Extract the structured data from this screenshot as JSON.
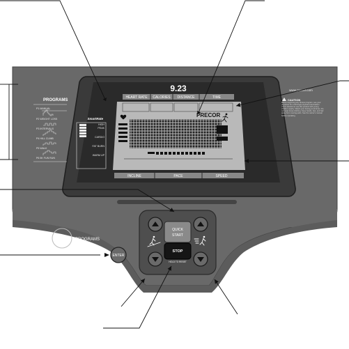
{
  "console": {
    "programs_title": "PROGRAMS",
    "programs": [
      "P1 MANUAL",
      "P2 WEIGHT LOSS",
      "P3 INTERVALS",
      "P4 HILL CLIMB",
      "P5 WALK",
      "P6 5K FUN RUN"
    ],
    "smartrate_label": "SmartRate",
    "hr_zones": [
      "HIGH",
      "PEAK",
      "CARDIO",
      "FAT BURN",
      "WARM UP"
    ],
    "time_value": "9.23",
    "top_tabs": [
      "HEART RATE",
      "CALORIES",
      "DISTANCE",
      "TIME"
    ],
    "bottom_tabs": [
      "INCLINE",
      "PACE",
      "SPEED"
    ],
    "brand": "PRECOR",
    "website": "www.precor.com",
    "caution_title": "CAUTION",
    "caution_text": "Before beginning any fitness program, see your physician for a thorough physical examination. Users should not use this product with young children nearby. Watch your footing at all times. Do not wear loose clothing. Keep hands, feet, and hair away from moving parts. See the owner's manual before operating."
  },
  "keypad": {
    "programs_label": "PROGRAMS",
    "enter_label": "ENTER",
    "quick_label": "QUICK",
    "start_label": "START",
    "stop_label": "STOP",
    "hold_reset_label": "HOLD TO RESET"
  },
  "colors": {
    "console_body": "#696969",
    "display_bezel": "#2a2a2a",
    "lcd": "#b9b9b9",
    "keypad_frame": "#4e4e4e",
    "stop_button": "#151515",
    "text_light": "#ffffff"
  },
  "icons": [
    "heart-icon",
    "runner-icon",
    "incline-icon",
    "speed-icon",
    "arrow-up-icon",
    "arrow-down-icon"
  ]
}
